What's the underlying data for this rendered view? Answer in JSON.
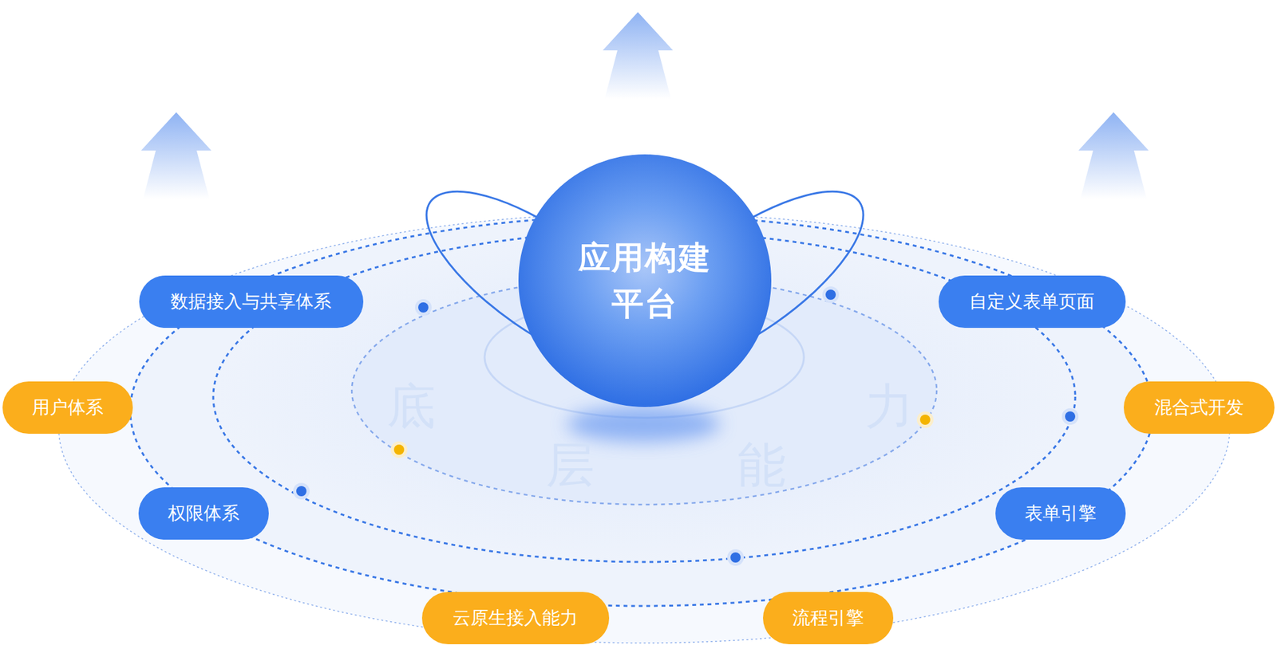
{
  "diagram": {
    "nodes": [
      {
        "text": [
          "应用构建 平台"
        ]
      },
      {
        "text": [
          "数据接入与共享体系"
        ]
      },
      {
        "text": [
          "自定义表单页面"
        ]
      },
      {
        "text": [
          "用户体系"
        ]
      },
      {
        "text": [
          "混合式开发"
        ]
      },
      {
        "text": [
          "权限体系"
        ]
      },
      {
        "text": [
          "表单引擎"
        ]
      },
      {
        "text": [
          "云原生接入能力"
        ]
      },
      {
        "text": [
          "流程引擎"
        ]
      }
    ],
    "labels": [
      "底",
      "层",
      "能",
      "力"
    ]
  }
}
